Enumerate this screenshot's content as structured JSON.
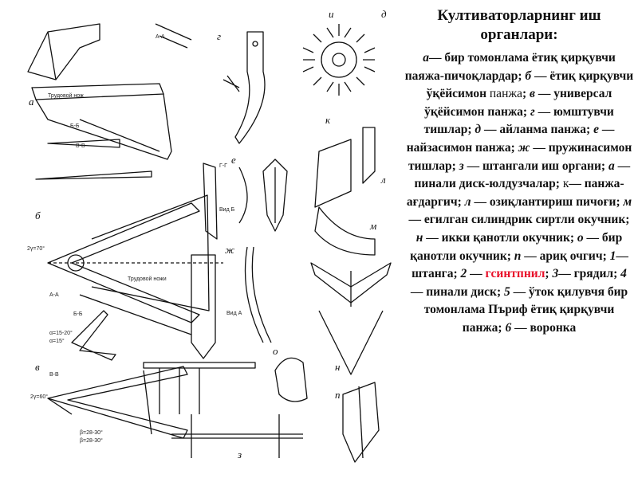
{
  "figure": {
    "panel_letters": [
      "а",
      "б",
      "в",
      "г",
      "д",
      "е",
      "ж",
      "з",
      "и",
      "к",
      "л",
      "м",
      "н",
      "о",
      "п"
    ],
    "dimension_labels": [
      "А-А",
      "Б-Б",
      "В-В",
      "Г-Г",
      "А-А",
      "Б-Б",
      "В-В",
      "Вид А",
      "Вид Б",
      "Трудовой нож",
      "Трудовой ножи",
      "2γ=70°",
      "α=15-20°",
      "β=28-30°",
      "2γ=60°",
      "β=28-30°",
      "α=15°"
    ]
  },
  "text": {
    "title": "Култиваторларнинг иш органлари:",
    "caption_runs": [
      {
        "t": "а",
        "s": "i"
      },
      {
        "t": "— бир томонлама ётиқ қирқувчи паяжа-пичоқлардар; ",
        "s": "b"
      },
      {
        "t": "б",
        "s": "i"
      },
      {
        "t": " — ётиқ қирқувчи ўқёйсимон ",
        "s": "b"
      },
      {
        "t": "панжа",
        "s": "n"
      },
      {
        "t": "; ",
        "s": "b"
      },
      {
        "t": "в",
        "s": "i"
      },
      {
        "t": " — универсал ўқёйсимон панжа; ",
        "s": "b"
      },
      {
        "t": "г",
        "s": "i"
      },
      {
        "t": " — юмштувчи тишлар; ",
        "s": "b"
      },
      {
        "t": "д",
        "s": "i"
      },
      {
        "t": " — айланма панжа; ",
        "s": "b"
      },
      {
        "t": "е",
        "s": "i"
      },
      {
        "t": " — найзасимон панжа; ",
        "s": "b"
      },
      {
        "t": "ж",
        "s": "i"
      },
      {
        "t": " — пружинасимон тишлар; ",
        "s": "b"
      },
      {
        "t": "з",
        "s": "i"
      },
      {
        "t": " — штангали иш органи; ",
        "s": "b"
      },
      {
        "t": "а",
        "s": "i"
      },
      {
        "t": " — пинали диск-юлдузчалар; ",
        "s": "b"
      },
      {
        "t": "к",
        "s": "n"
      },
      {
        "t": "— панжа-ағдаргич; ",
        "s": "b"
      },
      {
        "t": "л",
        "s": "i"
      },
      {
        "t": " — озиқлантириш пичоғи; ",
        "s": "b"
      },
      {
        "t": "м",
        "s": "i"
      },
      {
        "t": " — егилган силиндрик сиртли окучник; ",
        "s": "b"
      },
      {
        "t": "н",
        "s": "i"
      },
      {
        "t": " — икки қанотли окучник; ",
        "s": "b"
      },
      {
        "t": "о",
        "s": "i"
      },
      {
        "t": " — бир қанотли окучник; ",
        "s": "b"
      },
      {
        "t": "п",
        "s": "i"
      },
      {
        "t": " — ариқ очгич; ",
        "s": "b"
      },
      {
        "t": "1",
        "s": "i"
      },
      {
        "t": "— штанга; ",
        "s": "b"
      },
      {
        "t": "2",
        "s": "i"
      },
      {
        "t": " — ",
        "s": "b"
      },
      {
        "t": "гсинтпнил",
        "s": "r"
      },
      {
        "t": "; ",
        "s": "b"
      },
      {
        "t": "3",
        "s": "i"
      },
      {
        "t": "— грядил; ",
        "s": "b"
      },
      {
        "t": "4",
        "s": "i"
      },
      {
        "t": " — пинали диск; ",
        "s": "b"
      },
      {
        "t": "5",
        "s": "i"
      },
      {
        "t": " — ўток қилувчя бир томонлама Пъриф ётиқ қирқувчи панжа; ",
        "s": "b"
      },
      {
        "t": "6",
        "s": "i"
      },
      {
        "t": " — воронка",
        "s": "b"
      }
    ]
  }
}
